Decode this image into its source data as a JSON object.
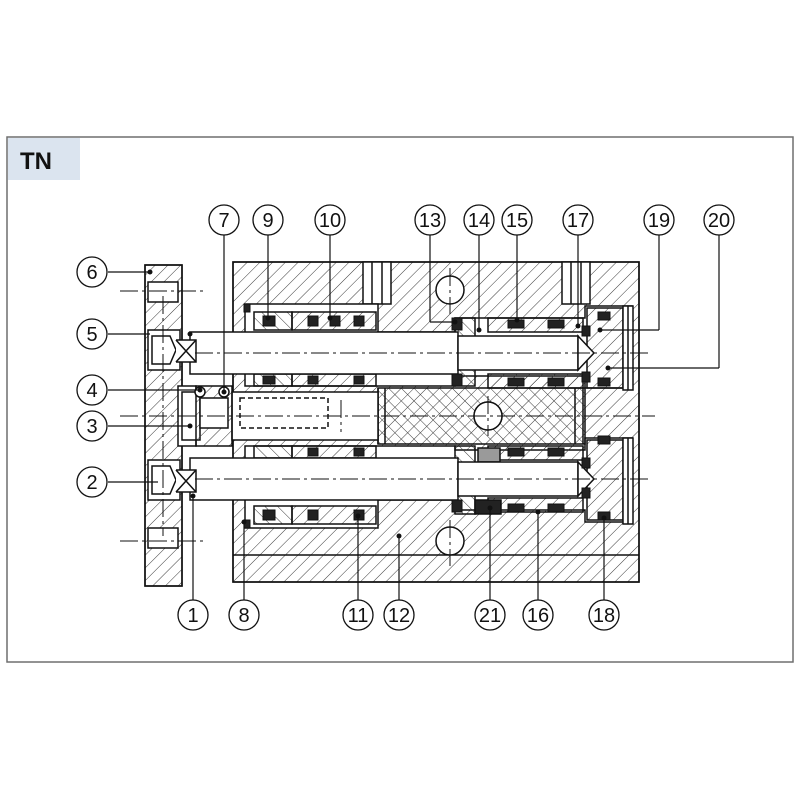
{
  "panel": {
    "label": "TN",
    "colors": {
      "label_bg": "#dbe4ef",
      "border": "#6f6f6f",
      "line": "#111111",
      "hatch": "#3a3a3a",
      "part_fill": "#ffffff",
      "seal_fill": "#222222",
      "gray_fill": "#9a9a9a"
    }
  },
  "callouts": {
    "c1": "1",
    "c2": "2",
    "c3": "3",
    "c4": "4",
    "c5": "5",
    "c6": "6",
    "c7": "7",
    "c8": "8",
    "c9": "9",
    "c10": "10",
    "c11": "11",
    "c12": "12",
    "c13": "13",
    "c14": "14",
    "c15": "15",
    "c16": "16",
    "c17": "17",
    "c18": "18",
    "c19": "19",
    "c20": "20",
    "c21": "21"
  }
}
